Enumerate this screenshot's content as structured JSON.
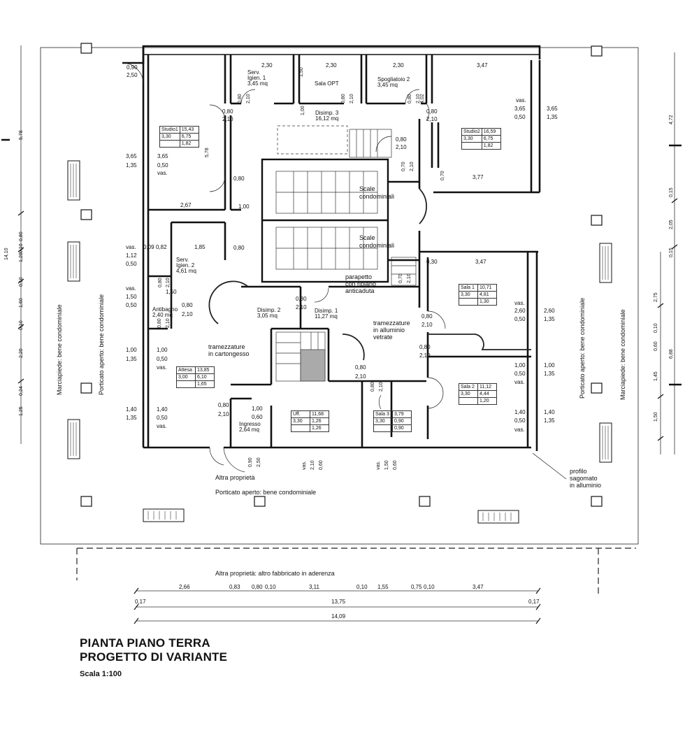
{
  "title": {
    "line1": "PIANTA PIANO TERRA",
    "line2": "PROGETTO DI VARIANTE",
    "scale": "Scala 1:100"
  },
  "labels": {
    "scale_condominiali_1": "Scale",
    "scale_condominiali_1b": "condominiali",
    "scale_condominiali_2": "Scale",
    "scale_condominiali_2b": "condominiali",
    "parapetto_1": "parapetto",
    "parapetto_2": "con ripiano",
    "parapetto_3": "anticaduta",
    "tram_all_1": "tramezzature",
    "tram_all_2": "in alluminio",
    "tram_all_3": "vetrate",
    "tram_cart_1": "tramezzature",
    "tram_cart_2": "in cartongesso",
    "altra_proprieta": "Altra proprietà",
    "porticato_bottom": "Porticato aperto: bene condominiale",
    "altra_proprieta_fabbricato": "Altra proprietà:  altro fabbricato in aderenza",
    "profilo_1": "profilo",
    "profilo_2": "sagomato",
    "profilo_3": "in alluminio",
    "marciapiede_left": "Marciapiede: bene condominiale",
    "porticato_left": "Porticato aperto: bene condominiale",
    "porticato_right": "Porticato aperto: bene condominiale",
    "marciapiede_right": "Marciapiede: bene condominiale"
  },
  "rooms": {
    "serv1": {
      "name": "Serv.",
      "name2": "Igien. 1",
      "area": "3,45 mq"
    },
    "sala_opt": {
      "name": "Sala OPT"
    },
    "spogliatoio": {
      "name": "Spogliatoio 2",
      "area": "3,45 mq"
    },
    "disimp3": {
      "name": "Disimp. 3",
      "area": "16,12 mq"
    },
    "serv2": {
      "name": "Serv.",
      "name2": "Igien. 2",
      "area": "4,61 mq"
    },
    "antibagno": {
      "name": "Antibagno",
      "area": "2,40 mq"
    },
    "disimp2": {
      "name": "Disimp. 2",
      "area": "3,05 mq"
    },
    "disimp1": {
      "name": "Disimp. 1",
      "area": "11,27 mq"
    },
    "ingresso": {
      "name": "Ingresso",
      "area": "2,64 mq"
    }
  },
  "tables": {
    "studio1": [
      [
        "Studio1",
        "15,43"
      ],
      [
        "3,30",
        "6,75"
      ],
      [
        "",
        "1,82"
      ]
    ],
    "studio2": [
      [
        "Studio2",
        "16,59"
      ],
      [
        "3,30",
        "6,75"
      ],
      [
        "",
        "1,82"
      ]
    ],
    "sala1": [
      [
        "Sala 1",
        "10,71"
      ],
      [
        "3,30",
        "4,81"
      ],
      [
        "",
        "1,30"
      ]
    ],
    "sala2": [
      [
        "Sala 2",
        "11,12"
      ],
      [
        "3,30",
        "4,44"
      ],
      [
        "",
        "1,20"
      ]
    ],
    "attesa": [
      [
        "Attesa",
        "13,85"
      ],
      [
        "3,00",
        "6,10"
      ],
      [
        "",
        "1,65"
      ]
    ],
    "uff": [
      [
        "Uff.",
        "11,68"
      ],
      [
        "3,30",
        "1,26"
      ],
      [
        "",
        "1,26"
      ]
    ],
    "sala3": [
      [
        "Sala 3",
        "3,79"
      ],
      [
        "3,30",
        "0,90"
      ],
      [
        "",
        "0,90"
      ]
    ]
  },
  "dims": {
    "top_2_30a": "2,30",
    "top_2_30b": "2,30",
    "top_2_30c": "2,30",
    "top_3_47": "3,47",
    "d090": "0,90",
    "d250": "2,50",
    "d_1_50": "1,50",
    "d_0_80_a": "0,80",
    "d_2_10_a": "2,10",
    "d_0_80_b": "0,80",
    "d_2_10_b": "2,10",
    "d_0_80_c": "0,80",
    "d_2_10_c": "2,10",
    "d_4_02": "4,02",
    "d_1_00_v": "1,00",
    "door_080_1": "0,80",
    "door_210_1": "2,10",
    "door_080_2": "0,80",
    "door_210_2": "2,10",
    "door_080_3": "0,80",
    "door_210_3": "2,10",
    "vas_r1": "vas.",
    "vas_r1_a": "3,65",
    "vas_r1_b": "0,50",
    "vas_r1_c": "3,65",
    "vas_r1_d": "1,35",
    "vas_l1_a": "3,65",
    "vas_l1_b": "1,35",
    "vas_l1_c": "3,65",
    "vas_l1_d": "0,50",
    "vas_l1_e": "vas.",
    "d_5_78": "5,78",
    "d_0_80_d": "0,80",
    "d_0_70_a": "0,70",
    "d_2_10_d": "2,10",
    "d_0_70_b": "0,70",
    "d_3_77": "3,77",
    "d_2_67": "2,67",
    "d_1_00": "1,00",
    "d_0_80_e": "0,80",
    "vas_l2": "vas.",
    "d_0_09": "0,09",
    "d_0_82": "0,82",
    "d_1_85": "1,85",
    "d_0_80_f": "0,80",
    "d_1_12": "1,12",
    "d_0_50_a": "0,50",
    "d_0_80_g": "0,80",
    "d_2_10_g": "2,10",
    "d_1_50_b": "1,50",
    "vas_l3": "vas.",
    "d_1_50_c": "1,50",
    "d_0_50_b": "0,50",
    "d_0_80_h": "0,80",
    "d_2_10_h": "2,10",
    "d_0_80_i": "0,80",
    "d_2_10_i": "2,10",
    "d_0_30": "0,30",
    "d_3_47_b": "3,47",
    "d_0_70_c": "0,70",
    "d_2_10_j": "2,10",
    "d_0_80_j": "0,80",
    "d_2_10_k": "2,10",
    "vas_r2": "vas.",
    "vas_r2_a": "2,60",
    "vas_r2_b": "0,50",
    "vas_r2_c": "2,60",
    "vas_r2_d": "1,35",
    "d_0_80_k": "0,80",
    "d_2_10_l": "2,10",
    "d_0_80_l": "0,80",
    "d_2_10_m": "2,10",
    "vas_l4_a": "1,00",
    "vas_l4_b": "1,35",
    "vas_l4_c": "1,00",
    "vas_l4_d": "0,50",
    "vas_l4_e": "vas.",
    "vas_r3_a": "1,00",
    "vas_r3_b": "0,50",
    "vas_r3_c": "vas.",
    "vas_r3_d": "1,00",
    "vas_r3_e": "1,35",
    "d_0_80_m": "0,80",
    "d_2_10_n": "2,10",
    "d_0_80_n": "0,80",
    "d_2_10_o": "2,10",
    "vas_l5_a": "1,40",
    "vas_l5_b": "1,35",
    "vas_l5_c": "1,40",
    "vas_l5_d": "0,50",
    "vas_l5_e": "vas.",
    "d_0_80_o": "0,80",
    "d_2_10_p": "2,10",
    "d_1_00_b": "1,00",
    "d_0_60": "0,60",
    "vas_r4_a": "1,40",
    "vas_r4_b": "0,50",
    "vas_r4_c": "vas.",
    "vas_r4_d": "1,40",
    "vas_r4_e": "1,35",
    "bot_v1": "0,90",
    "bot_v2": "2,50",
    "bot_v3": "vas.",
    "bot_v4": "2,10",
    "bot_v5": "0,60",
    "bot_v6": "vas.",
    "bot_v7": "1,50",
    "bot_v8": "0,60",
    "h1_1": "2,66",
    "h1_2": "0,83",
    "h1_3": "0,80",
    "h1_4": "0,10",
    "h1_5": "3,11",
    "h1_6": "0,10",
    "h1_7": "1,55",
    "h1_8": "0,75",
    "h1_9": "0,10",
    "h1_10": "3,47",
    "h2_1": "0,17",
    "h2_2": "13,75",
    "h2_3": "0,17",
    "h3_1": "14,09",
    "lv1": "14,10",
    "lv2": "5,78",
    "lv3": "0,10",
    "lv4": "0,80",
    "lv5": "1,20",
    "lv6": "0,10",
    "lv7": "1,60",
    "lv8": "0,10",
    "lv9": "2,20",
    "lv10": "0,24",
    "lv11": "1,25",
    "rv1": "4,72",
    "rv2": "0,15",
    "rv3": "2,05",
    "rv4": "0,15",
    "rv5": "2,75",
    "rv6": "0,10",
    "rv7": "0,60",
    "rv8": "6,88",
    "rv9": "1,45",
    "rv10": "1,50"
  }
}
